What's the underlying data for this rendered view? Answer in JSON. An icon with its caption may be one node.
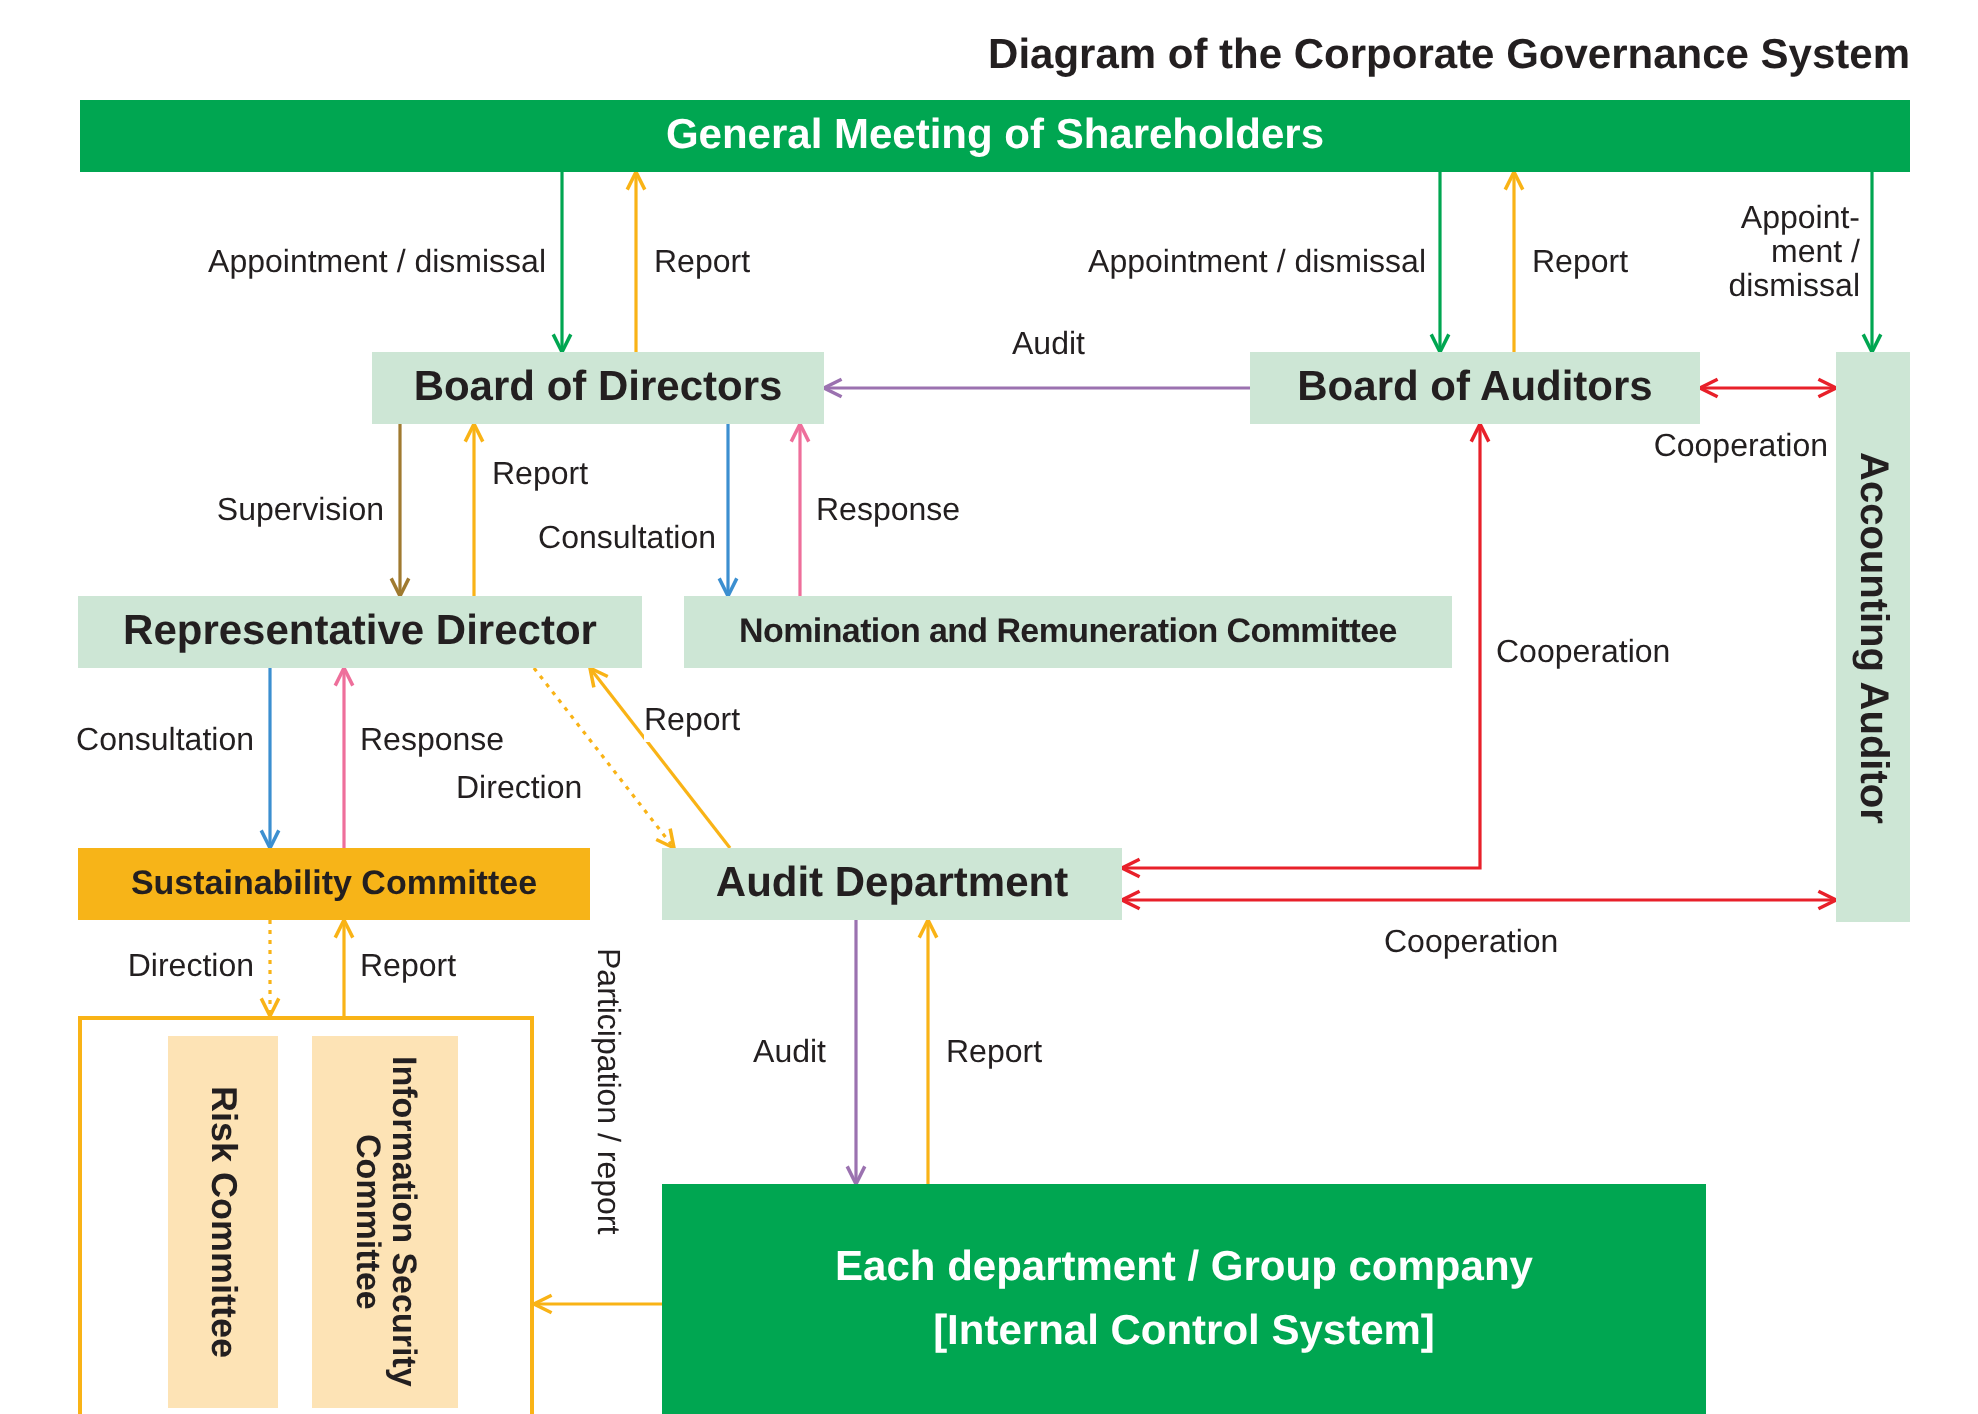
{
  "diagram": {
    "title": "Diagram of the Corporate Governance System",
    "nodes": [
      {
        "text": [
          "General Meeting of Shareholders"
        ]
      },
      {
        "text": [
          "Board of Directors"
        ]
      },
      {
        "text": [
          "Board of Auditors"
        ]
      },
      {
        "text": [
          "Accounting Auditor"
        ]
      },
      {
        "text": [
          "Representative Director"
        ]
      },
      {
        "text": [
          "Nomination and Remuneration Committee"
        ]
      },
      {
        "text": [
          "Sustainability Committee"
        ]
      },
      {
        "text": [
          "Audit Department"
        ]
      },
      {
        "text": [],
        "shape": "box"
      },
      {
        "text": [
          "Risk Committee"
        ],
        "in": 8
      },
      {
        "text": [
          "Information Security Committee"
        ],
        "in": 8
      },
      {
        "text": [
          "Each department / Group company [Internal Control System]"
        ]
      }
    ],
    "edges": [
      {
        "from": 0,
        "to": 1,
        "arrow": "to",
        "label": "Appointment / dismissal",
        "color": "#00a651"
      },
      {
        "from": 1,
        "to": 0,
        "arrow": "to",
        "label": "Report",
        "color": "#f9b316"
      },
      {
        "from": 0,
        "to": 2,
        "arrow": "to",
        "label": "Appointment / dismissal",
        "color": "#00a651"
      },
      {
        "from": 2,
        "to": 0,
        "arrow": "to",
        "label": "Report",
        "color": "#f9b316"
      },
      {
        "from": 0,
        "to": 3,
        "arrow": "to",
        "label": "Appoint- ment / dismissal",
        "color": "#00a651"
      },
      {
        "from": 2,
        "to": 1,
        "arrow": "to",
        "label": "Audit",
        "color": "#9b72b0"
      },
      {
        "from": 2,
        "to": 3,
        "arrow": "both",
        "label": "Cooperation",
        "color": "#e8202a"
      },
      {
        "from": 1,
        "to": 4,
        "arrow": "to",
        "label": "Supervision",
        "color": "#a07a30"
      },
      {
        "from": 4,
        "to": 1,
        "arrow": "to",
        "label": "Report",
        "color": "#f9b316"
      },
      {
        "from": 1,
        "to": 5,
        "arrow": "to",
        "label": "Consultation",
        "color": "#3c8fd0"
      },
      {
        "from": 5,
        "to": 1,
        "arrow": "to",
        "label": "Response",
        "color": "#ee6f9b"
      },
      {
        "from": 2,
        "to": 7,
        "arrow": "both",
        "label": "Cooperation",
        "color": "#e8202a"
      },
      {
        "from": 7,
        "to": 3,
        "arrow": "both",
        "label": "Cooperation",
        "color": "#e8202a"
      },
      {
        "from": 4,
        "to": 6,
        "arrow": "to",
        "label": "Consultation",
        "color": "#3c8fd0"
      },
      {
        "from": 6,
        "to": 4,
        "arrow": "to",
        "label": "Response",
        "color": "#ee6f9b"
      },
      {
        "from": 4,
        "to": 7,
        "arrow": "to",
        "label": "Direction",
        "style": "dashed",
        "color": "#f9b316"
      },
      {
        "from": 7,
        "to": 4,
        "arrow": "to",
        "label": "Report",
        "color": "#f9b316"
      },
      {
        "from": 6,
        "to": 8,
        "arrow": "to",
        "label": "Direction",
        "style": "dashed",
        "color": "#f9b316"
      },
      {
        "from": 8,
        "to": 6,
        "arrow": "to",
        "label": "Report",
        "color": "#f9b316"
      },
      {
        "from": 11,
        "to": 8,
        "arrow": "to",
        "label": "Participation / report",
        "color": "#f9b316"
      },
      {
        "from": 7,
        "to": 11,
        "arrow": "to",
        "label": "Audit",
        "color": "#9b72b0"
      },
      {
        "from": 11,
        "to": 7,
        "arrow": "to",
        "label": "Report",
        "color": "#f9b316"
      }
    ]
  }
}
